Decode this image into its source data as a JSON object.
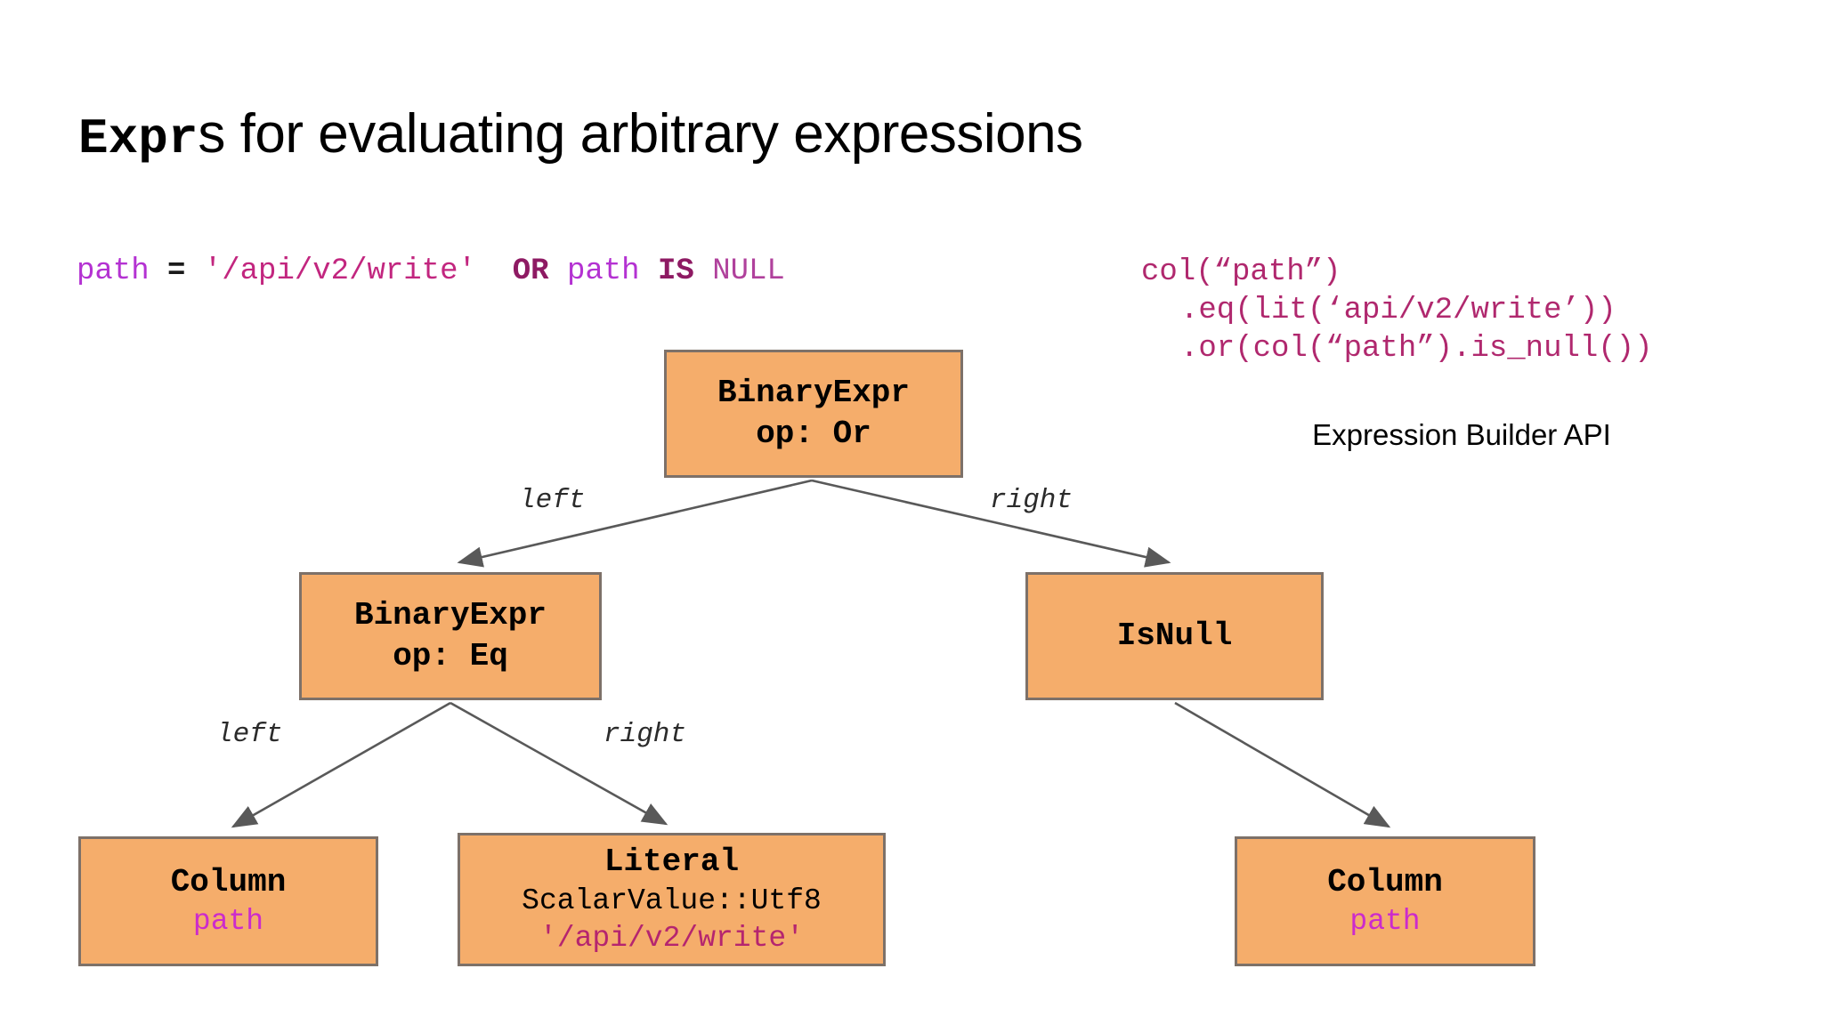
{
  "slide": {
    "background_color": "#ffffff",
    "title": {
      "mono_part": "Expr",
      "rest_part": "s for evaluating arbitrary expressions"
    }
  },
  "sql": {
    "tokens": [
      {
        "text": "path",
        "kind": "identifier",
        "color": "#b432d2"
      },
      {
        "text": " ",
        "kind": "space",
        "color": "#000000"
      },
      {
        "text": "=",
        "kind": "operator",
        "color": "#1a1a1a"
      },
      {
        "text": " ",
        "kind": "space",
        "color": "#000000"
      },
      {
        "text": "'/api/v2/write'",
        "kind": "string",
        "color": "#c2267f"
      },
      {
        "text": "  ",
        "kind": "space",
        "color": "#000000"
      },
      {
        "text": "OR",
        "kind": "keyword",
        "color": "#8e1a63"
      },
      {
        "text": " ",
        "kind": "space",
        "color": "#000000"
      },
      {
        "text": "path",
        "kind": "identifier",
        "color": "#b432d2"
      },
      {
        "text": " ",
        "kind": "space",
        "color": "#000000"
      },
      {
        "text": "IS",
        "kind": "keyword",
        "color": "#8e1a63"
      },
      {
        "text": " ",
        "kind": "space",
        "color": "#000000"
      },
      {
        "text": "NULL",
        "kind": "null-literal",
        "color": "#b0419c"
      }
    ],
    "full_text": "path = '/api/v2/write'  OR path IS NULL"
  },
  "api": {
    "color": "#b0286e",
    "lines": [
      "col(“path”)",
      ".eq(lit(‘api/v2/write’))",
      ".or(col(“path”).is_null())"
    ],
    "caption": "Expression Builder API"
  },
  "tree": {
    "node_fill": "#f5ad6b",
    "node_border": "#7d7169",
    "edge_color": "#595959",
    "value_color": "#cc2bcc",
    "string_value_color": "#b5256f",
    "nodes": {
      "root": {
        "line1": "BinaryExpr",
        "line2": "op: Or"
      },
      "eq": {
        "line1": "BinaryExpr",
        "line2": "op: Eq"
      },
      "isnull": {
        "line1": "IsNull"
      },
      "col_left": {
        "line1": "Column",
        "value": "path"
      },
      "literal": {
        "line1": "Literal",
        "line2": "ScalarValue::Utf8",
        "value": "'/api/v2/write'"
      },
      "col_right": {
        "line1": "Column",
        "value": "path"
      }
    },
    "edge_labels": {
      "root_left": "left",
      "root_right": "right",
      "eq_left": "left",
      "eq_right": "right"
    }
  }
}
